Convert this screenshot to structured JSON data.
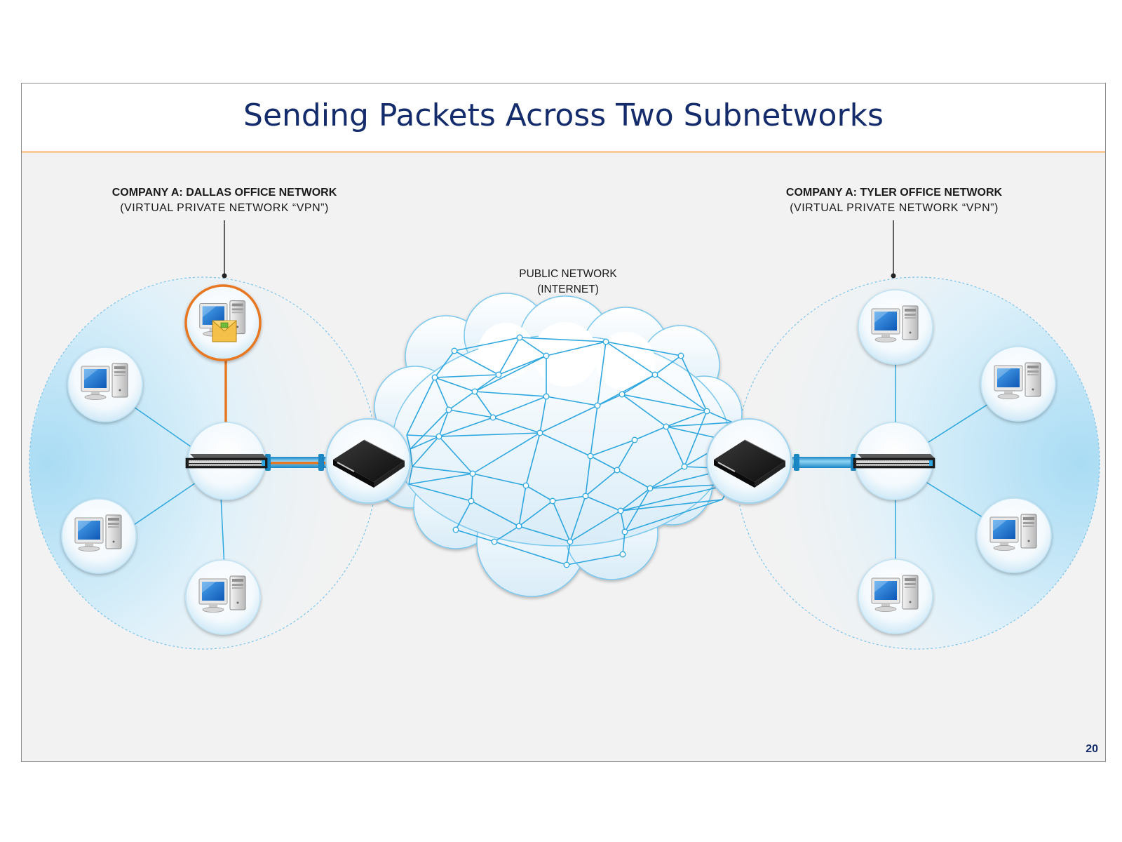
{
  "slide": {
    "title": "Sending Packets Across Two Subnetworks",
    "page_number": "20"
  },
  "left_network": {
    "name": "COMPANY A: DALLAS OFFICE NETWORK",
    "subtitle": "(VIRTUAL PRIVATE NETWORK “VPN”)"
  },
  "right_network": {
    "name": "COMPANY A: TYLER OFFICE NETWORK",
    "subtitle": "(VIRTUAL PRIVATE NETWORK “VPN”)"
  },
  "public_network": {
    "line1": "PUBLIC NETWORK",
    "line2": "(INTERNET)"
  },
  "colors": {
    "title": "#142c6b",
    "accent_orange": "#e87722",
    "link_blue": "#2ea7e0"
  },
  "icons": [
    "computer-icon",
    "packet-envelope-icon",
    "network-switch-icon",
    "router-icon",
    "internet-cloud-icon"
  ]
}
